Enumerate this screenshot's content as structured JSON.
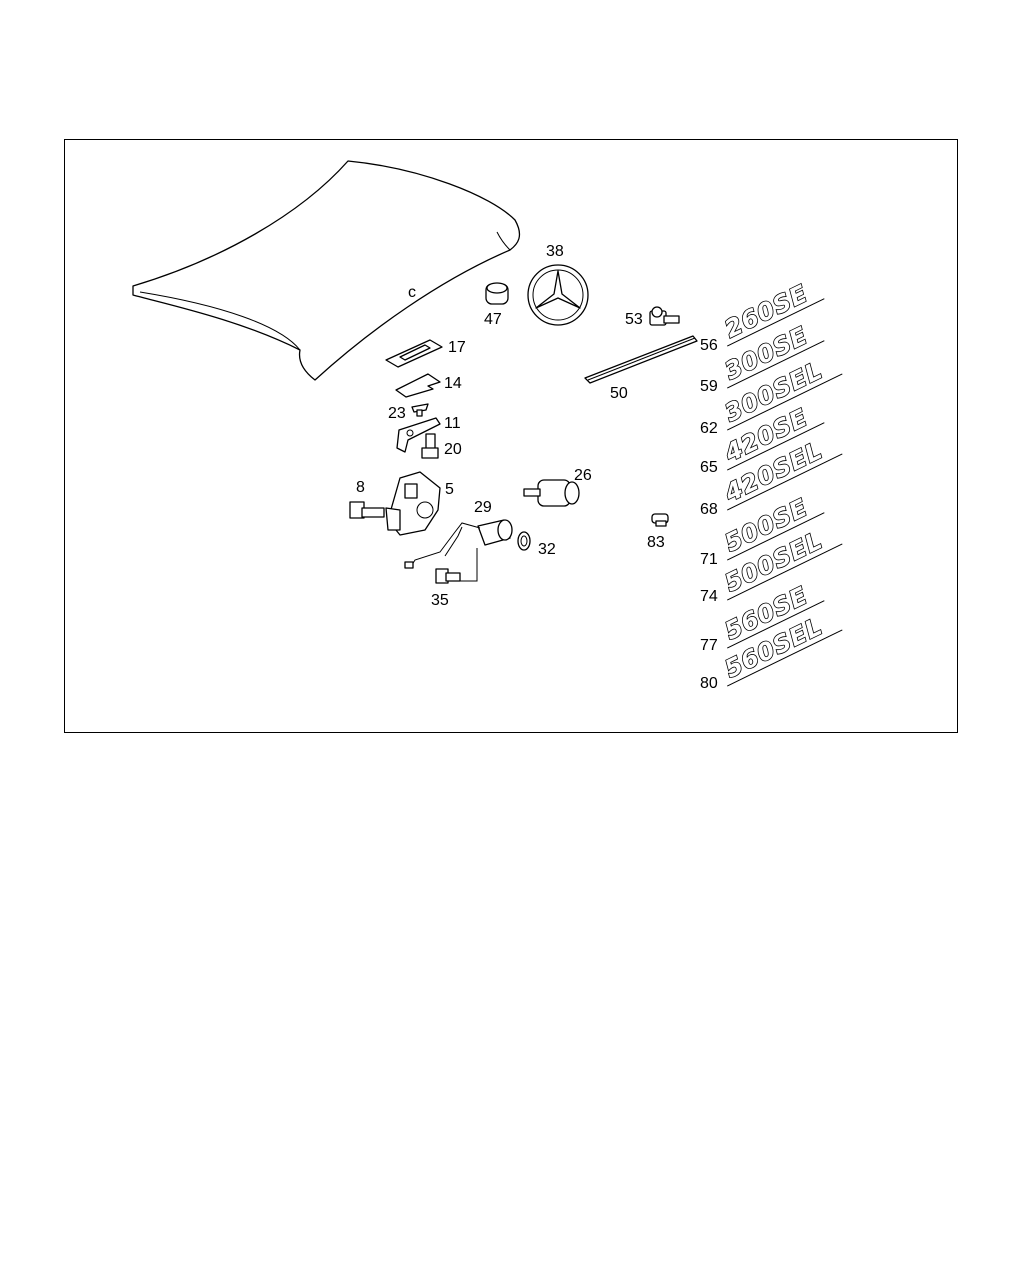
{
  "callouts": {
    "c38": "38",
    "c47": "47",
    "c53": "53",
    "c50": "50",
    "c17": "17",
    "c14": "14",
    "c23": "23",
    "c11": "11",
    "c20": "20",
    "c8": "8",
    "c5": "5",
    "c26": "26",
    "c29": "29",
    "c32": "32",
    "c35": "35",
    "c83": "83",
    "c56": "56",
    "c59": "59",
    "c62": "62",
    "c65": "65",
    "c68": "68",
    "c71": "71",
    "c74": "74",
    "c77": "77",
    "c80": "80"
  },
  "badges": {
    "b56": "260SE",
    "b59": "300SE",
    "b62": "300SEL",
    "b65": "420SE",
    "b68": "420SEL",
    "b71": "500SE",
    "b74": "500SEL",
    "b77": "560SE",
    "b80": "560SEL"
  }
}
